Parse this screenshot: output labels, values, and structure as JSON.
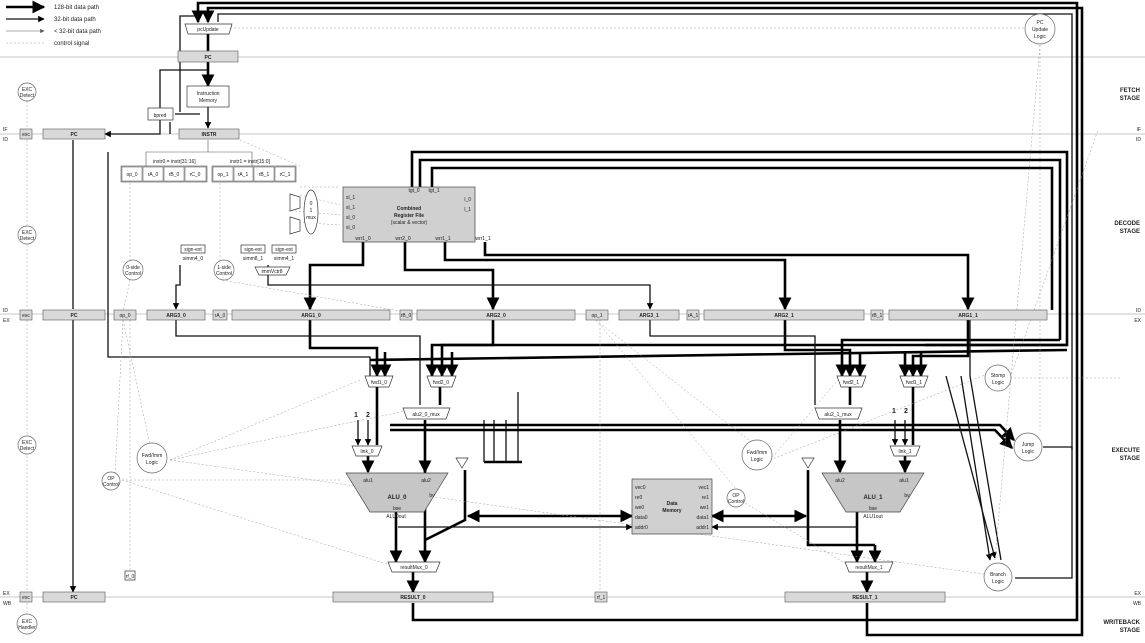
{
  "legend": {
    "items": [
      {
        "label": "128-bit data path",
        "style": "thick"
      },
      {
        "label": "32-bit data path",
        "style": "mid"
      },
      {
        "label": "< 32-bit data path",
        "style": "thin"
      },
      {
        "label": "control signal",
        "style": "ctrl"
      }
    ]
  },
  "stages": {
    "fetch": [
      "FETCH",
      "STAGE"
    ],
    "decode": [
      "DECODE",
      "STAGE"
    ],
    "execute": [
      "EXECUTE",
      "STAGE"
    ],
    "writeback": [
      "WRITEBACK",
      "STAGE"
    ]
  },
  "boundaries": {
    "if": "IF",
    "id": "ID",
    "ex": "EX",
    "wb": "WB"
  },
  "fetch": {
    "pc_update": "pcUpdate",
    "pc": "PC",
    "instruction_memory": [
      "Instruction",
      "Memory"
    ],
    "bpred": "bpred",
    "pc_update_logic": [
      "PC",
      "Update",
      "Logic"
    ],
    "exc_detect": [
      "EXC",
      "Detect"
    ],
    "if_pc": "PC",
    "instr": "INSTR",
    "exc": "exc"
  },
  "decode": {
    "instr0": "instr0 = instr[31:16]",
    "instr1": "instr1 = instr[15:0]",
    "instr0_fields": [
      "op_0",
      "rA_0",
      "rB_0",
      "rC_0"
    ],
    "instr1_fields": [
      "op_1",
      "rA_1",
      "rB_1",
      "rC_1"
    ],
    "sign_ext": "sign-ext",
    "simm4_0": "simm4_0",
    "simm8_1": "simm8_1",
    "simm4_1": "simm4_1",
    "immvctr8": "immVctr8",
    "ctrl_0": [
      "0-side",
      "Control"
    ],
    "ctrl_1": [
      "1-side",
      "Control"
    ],
    "exc_detect": [
      "EXC",
      "Detect"
    ],
    "regfile_title": [
      "Combined",
      "Register File",
      "(scalar & vector)"
    ],
    "regfile_ports_left": [
      "sl_1",
      "sl_1",
      "sl_0",
      "sl_0"
    ],
    "regfile_ports_right": [
      "l_0",
      "l_1"
    ],
    "regfile_ports_top": [
      "tgt_0",
      "tgt_1"
    ],
    "regfile_ports_bottom": [
      "wrr1_0",
      "wrr2_0",
      "wrr1_1",
      "wrr1_1"
    ],
    "mux_label": "mux",
    "mux_marks": [
      "0",
      "1"
    ]
  },
  "id_ex_row": {
    "pc": "PC",
    "exc": "exc",
    "op_0": "op_0",
    "arg3_0": "ARG3_0",
    "rA_0": "rA_0",
    "arg1_0": "ARG1_0",
    "rB_0": "rB_0",
    "arg2_0": "ARG2_0",
    "op_1": "op_1",
    "arg3_1": "ARG3_1",
    "rA_1": "rA_1",
    "arg2_1": "ARG2_1",
    "rB_1": "rB_1",
    "arg1_1": "ARG1_1"
  },
  "execute": {
    "fwd1_0": "fwd1_0",
    "fwd2_0": "fwd2_0",
    "fwd2_1": "fwd2_1",
    "fwd1_1": "fwd1_1",
    "alu2_0_mux": "alu2_0_mux",
    "alu2_1_mux": "alu2_1_mux",
    "link_0": "link_0",
    "link_1": "link_1",
    "link_inputs": [
      "1",
      "2"
    ],
    "fwd_imm_logic": [
      "Fwd/Imm",
      "Logic"
    ],
    "op_control": [
      "OP",
      "Control"
    ],
    "exc_detect": [
      "EXC",
      "Detect"
    ],
    "alu_0": "ALU_0",
    "alu_1": "ALU_1",
    "alu_0_in": [
      "alu1",
      "alu2"
    ],
    "alu_1_in": [
      "alu2",
      "alu1"
    ],
    "alu_0_side": "bv",
    "alu_1_side": "bv",
    "alu_bottom": "bse",
    "alu0out": "ALU0out",
    "alu1out": "ALU1out",
    "data_memory": [
      "Data",
      "Memory"
    ],
    "dm_left_ports": [
      "vec0",
      "re0",
      "we0",
      "data0",
      "addr0"
    ],
    "dm_right_ports": [
      "vec1",
      "re1",
      "we1",
      "data1",
      "addr1"
    ],
    "stomp_logic": [
      "Stomp",
      "Logic"
    ],
    "jump_logic": [
      "Jump",
      "Logic"
    ],
    "branch_logic": [
      "Branch",
      "Logic"
    ],
    "result_mux_0": "resultMux_0",
    "result_mux_1": "resultMux_1",
    "rf_tag": "rf_0",
    "rf_tag_1": "rf_1"
  },
  "writeback": {
    "pc": "PC",
    "exc": "exc",
    "result_0": "RESULT_0",
    "result_1": "RESULT_1",
    "exc_handler": [
      "EXC",
      "Handler"
    ]
  }
}
